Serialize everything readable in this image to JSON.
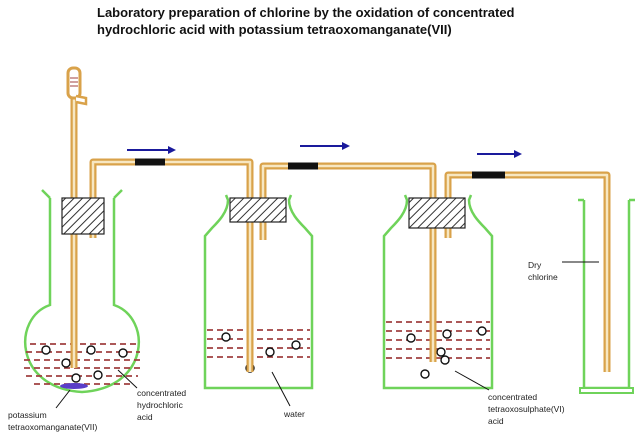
{
  "title": {
    "line1": "Laboratory preparation of chlorine by the oxidation of concentrated",
    "line2": "hydrochloric acid with potassium tetraoxomanganate(VII)"
  },
  "labels": {
    "kmno4_l1": "potassium",
    "kmno4_l2": "tetraoxomanganate(VII)",
    "hcl_l1": "concentrated",
    "hcl_l2": "hydrochloric",
    "hcl_l3": "acid",
    "water": "water",
    "h2so4_l1": "concentrated",
    "h2so4_l2": "tetraoxosulphate(VI)",
    "h2so4_l3": "acid",
    "dry_l1": "Dry",
    "dry_l2": "chlorine"
  },
  "colors": {
    "glass": "#6fd35a",
    "tube": "#d9a24a",
    "tube_inner": "#f7e7c2",
    "liquid": "#a04040",
    "arrow": "#1a1a9c",
    "connector": "#111111",
    "solid": "#5a3dc8"
  },
  "icons": [
    "thistle-funnel-icon",
    "gas-flow-arrow-icon",
    "cork-stopper-icon"
  ]
}
